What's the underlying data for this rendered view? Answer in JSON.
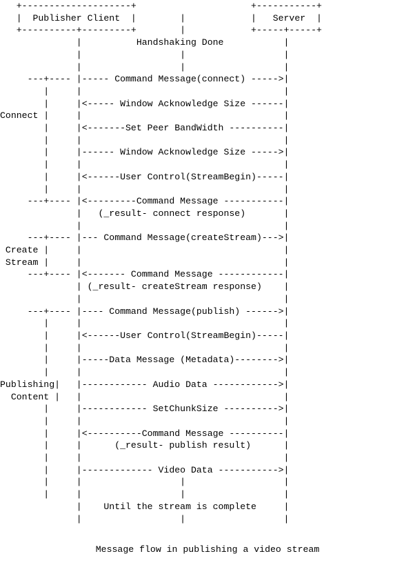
{
  "figure": {
    "lines": [
      "   +--------------------+                     +-----------+",
      "   |  Publisher Client  |        |            |   Server  |",
      "   +----------+---------+        |            +-----+-----+",
      "              |          Handshaking Done           |",
      "              |                  |                  |",
      "              |                  |                  |",
      "     ---+---- |----- Command Message(connect) ----->|",
      "        |     |                                     |",
      "        |     |<----- Window Acknowledge Size ------|",
      "Connect |     |                                     |",
      "        |     |<-------Set Peer BandWidth ----------|",
      "        |     |                                     |",
      "        |     |------ Window Acknowledge Size ----->|",
      "        |     |                                     |",
      "        |     |<------User Control(StreamBegin)-----|",
      "        |     |                                     |",
      "     ---+---- |<---------Command Message -----------|",
      "              |   (_result- connect response)       |",
      "              |                                     |",
      "     ---+---- |--- Command Message(createStream)--->|",
      " Create |     |                                     |",
      " Stream |     |                                     |",
      "     ---+---- |<------- Command Message ------------|",
      "              | (_result- createStream response)    |",
      "              |                                     |",
      "     ---+---- |---- Command Message(publish) ------>|",
      "        |     |                                     |",
      "        |     |<------User Control(StreamBegin)-----|",
      "        |     |                                     |",
      "        |     |-----Data Message (Metadata)-------->|",
      "        |     |                                     |",
      "Publishing|   |------------ Audio Data ------------>|",
      "  Content |   |                                     |",
      "        |     |------------ SetChunkSize ---------->|",
      "        |     |                                     |",
      "        |     |<----------Command Message ----------|",
      "        |     |      (_result- publish result)      |",
      "        |     |                                     |",
      "        |     |------------- Video Data ----------->|",
      "        |     |                  |                  |",
      "        |     |                  |                  |",
      "              |    Until the stream is complete     |",
      "              |                  |                  |"
    ]
  },
  "caption": "Message flow in publishing a video stream"
}
